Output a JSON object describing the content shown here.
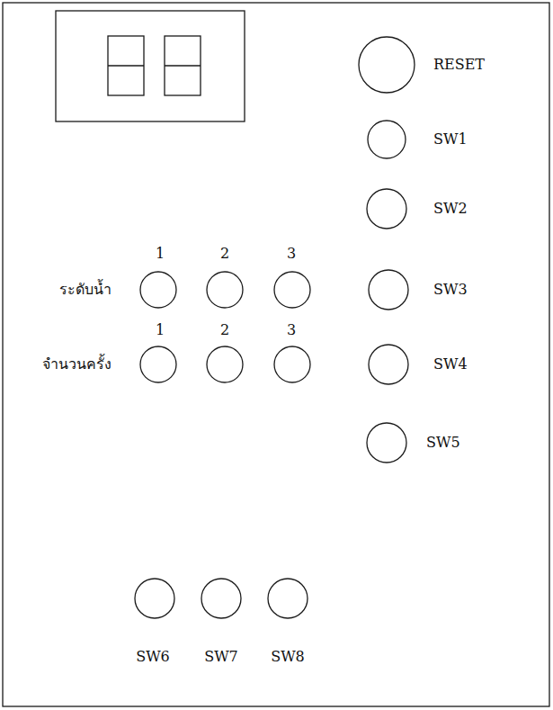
{
  "diagram": {
    "labels": [
      "RESET",
      "SW1",
      "SW2",
      "1",
      "2",
      "3",
      "ระดับน้ำ",
      "SW3",
      "1",
      "2",
      "3",
      "จำนวนครั้ง",
      "SW4",
      "SW5",
      "SW6",
      "SW7",
      "SW8"
    ]
  }
}
